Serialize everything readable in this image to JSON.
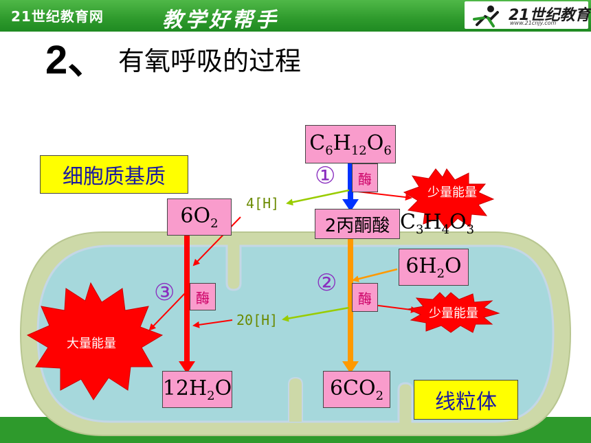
{
  "header": {
    "site_name": "21世纪教育网",
    "slogan": "教学好帮手",
    "logo_text": "21世纪教育",
    "logo_url": "www.21cnjy.com"
  },
  "title": {
    "number": "2",
    "separator": "、",
    "text": "有氧呼吸的过程"
  },
  "regions": {
    "cytoplasm": "细胞质基质",
    "mitochondria": "线粒体"
  },
  "molecules": {
    "glucose": {
      "main": "C",
      "parts": [
        [
          "C",
          "6"
        ],
        [
          "H",
          "12"
        ],
        [
          "O",
          "6"
        ]
      ]
    },
    "pyruvate_label": "2丙酮酸",
    "pyruvate_formula": [
      [
        "C",
        "3"
      ],
      [
        "H",
        "4"
      ],
      [
        "O",
        "3"
      ]
    ],
    "oxygen": {
      "coef": "6",
      "parts": [
        [
          "O",
          "2"
        ]
      ]
    },
    "water_in": {
      "coef": "6",
      "parts": [
        [
          "H",
          "2"
        ],
        [
          "O",
          ""
        ]
      ]
    },
    "water_out": {
      "coef": "12",
      "parts": [
        [
          "H",
          "2"
        ],
        [
          "O",
          ""
        ]
      ]
    },
    "co2": {
      "coef": "6",
      "parts": [
        [
          "C",
          ""
        ],
        [
          "O",
          "2"
        ]
      ]
    }
  },
  "enzyme_label": "酶",
  "stages": [
    "①",
    "②",
    "③"
  ],
  "hydrogen": {
    "h4": "4[H]",
    "h20": "20[H]"
  },
  "energy": {
    "small1": "少量能量",
    "small2": "少量能量",
    "large": "大量能量"
  },
  "colors": {
    "header_green": "#2e9a2c",
    "mito_outer": "#cdd9a8",
    "mito_inner": "#a6d8dc",
    "arrow_red": "#ff0000",
    "arrow_orange": "#ff9900",
    "arrow_blue": "#0033ff",
    "arrow_olive": "#99cc00",
    "box_pink": "#f99ccc",
    "label_yellow": "#ffff00"
  }
}
